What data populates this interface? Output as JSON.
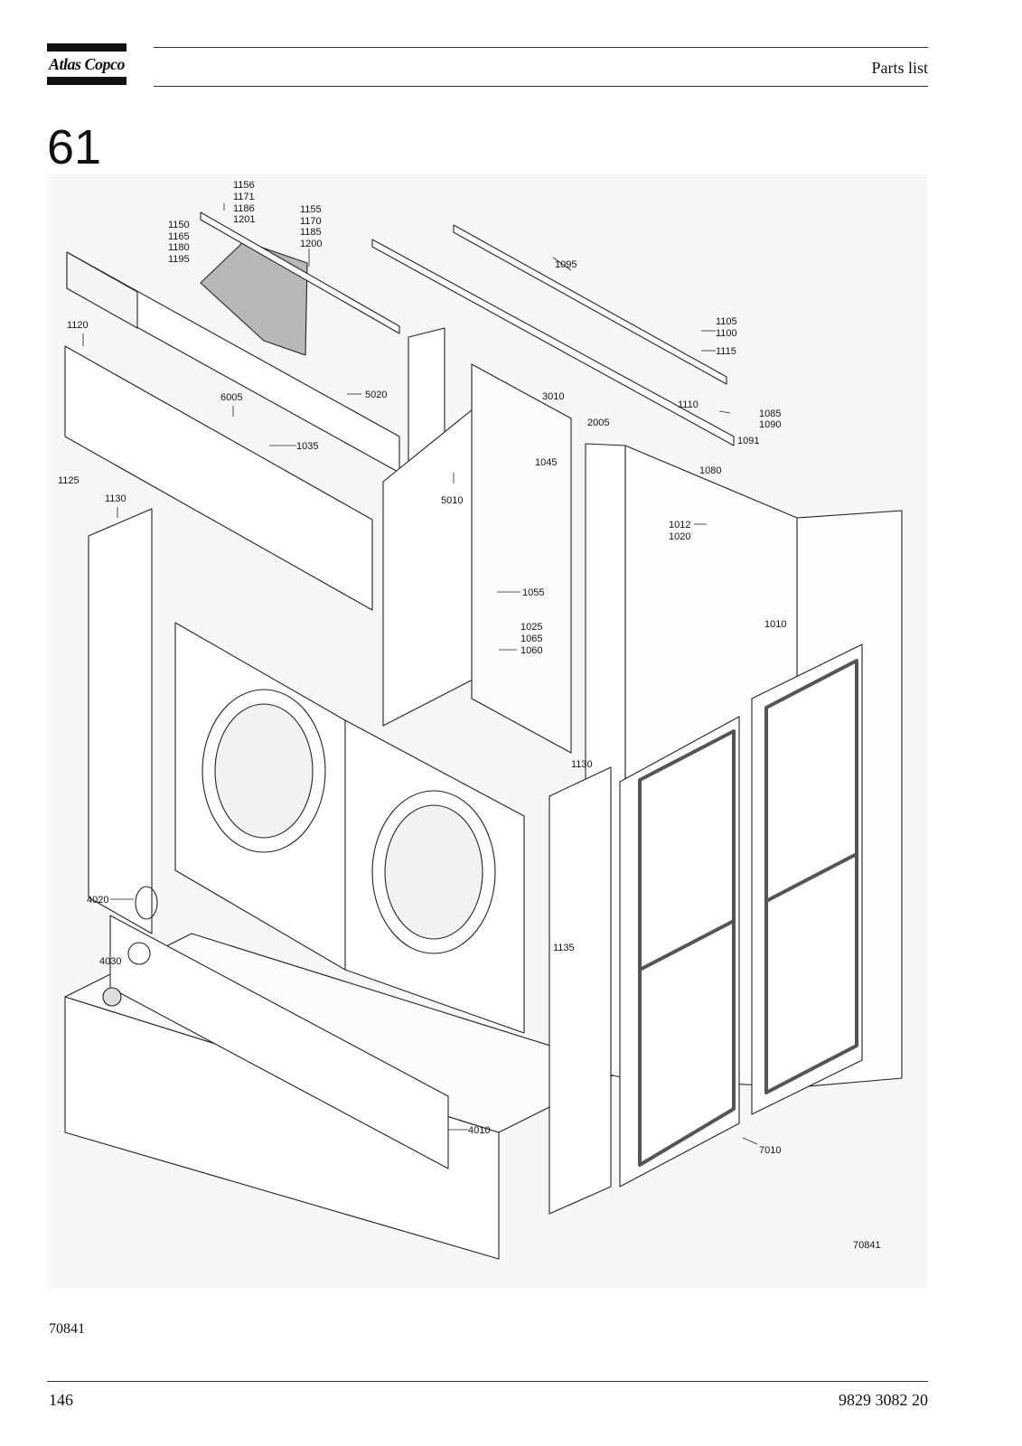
{
  "header": {
    "brand": "Atlas Copco",
    "title": "Parts list"
  },
  "section_number": "61",
  "drawing": {
    "drawing_id": "70841",
    "callouts": [
      "1156",
      "1171",
      "1186",
      "1201",
      "1155",
      "1170",
      "1185",
      "1200",
      "1150",
      "1165",
      "1180",
      "1195",
      "1095",
      "1105",
      "1100",
      "1115",
      "1120",
      "5020",
      "3010",
      "1110",
      "6005",
      "2005",
      "1085",
      "1090",
      "1091",
      "1035",
      "1125",
      "1045",
      "1080",
      "5010",
      "1130",
      "1012",
      "1020",
      "1055",
      "1010",
      "1025",
      "1065",
      "1060",
      "1130",
      "4020",
      "1135",
      "4030",
      "4010",
      "7010"
    ]
  },
  "figure_ref": "70841",
  "footer": {
    "page_number": "146",
    "doc_number": "9829 3082 20"
  },
  "colors": {
    "ink": "#111111",
    "drawing_bg": "#f7f7f7",
    "panel": "#ffffff",
    "mesh": "#555555",
    "shade": "#b8b8b8"
  }
}
